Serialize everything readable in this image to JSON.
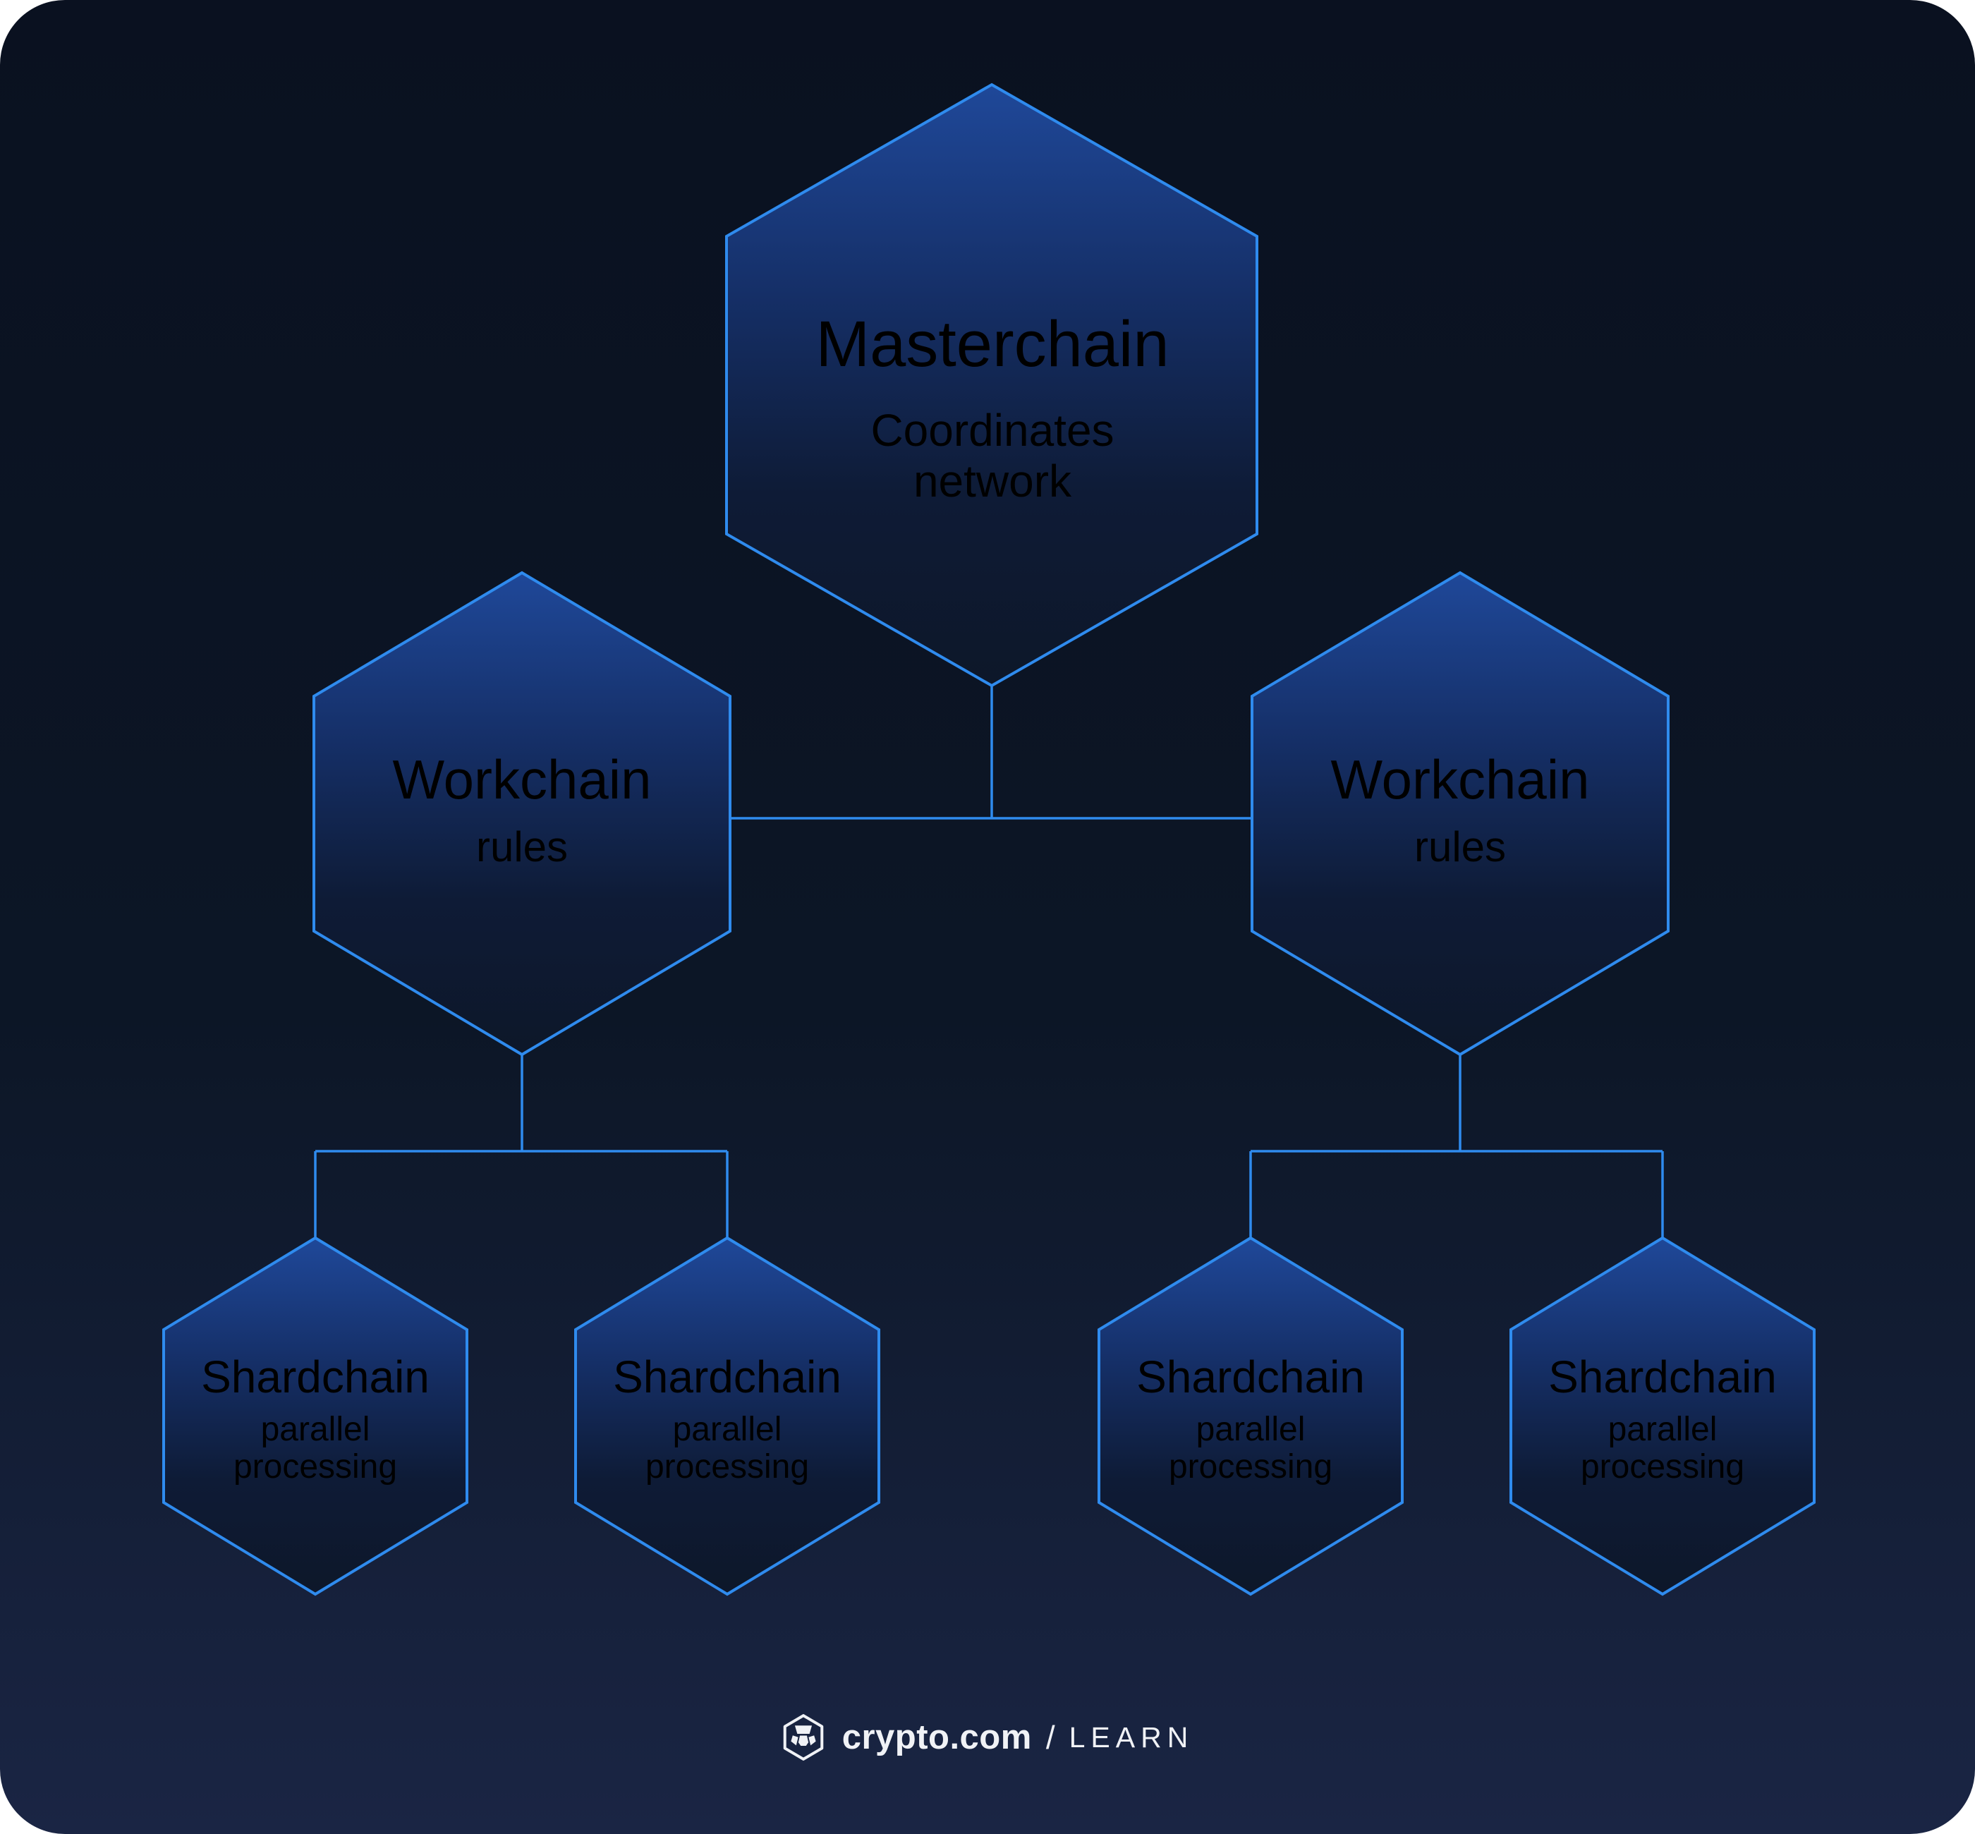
{
  "diagram": {
    "masterchain": {
      "title": "Masterchain",
      "subtitle_line1": "Coordinates",
      "subtitle_line2": "network"
    },
    "workchain_left": {
      "title": "Workchain",
      "subtitle": "rules"
    },
    "workchain_right": {
      "title": "Workchain",
      "subtitle": "rules"
    },
    "shardchains": [
      {
        "title": "Shardchain",
        "subtitle_line1": "parallel",
        "subtitle_line2": "processing"
      },
      {
        "title": "Shardchain",
        "subtitle_line1": "parallel",
        "subtitle_line2": "processing"
      },
      {
        "title": "Shardchain",
        "subtitle_line1": "parallel",
        "subtitle_line2": "processing"
      },
      {
        "title": "Shardchain",
        "subtitle_line1": "parallel",
        "subtitle_line2": "processing"
      }
    ]
  },
  "footer": {
    "brand": "crypto.com",
    "separator": "/",
    "suffix": "LEARN"
  },
  "colors": {
    "background_top": "#0a1120",
    "background_mid": "#0c1626",
    "background_bottom": "#1a2544",
    "hex_border": "#2f8bee",
    "hex_fill_top": "#1f4899",
    "title_color": "#ecedf1",
    "subtitle_color": "#3e8cf2",
    "footer_color": "#f0f2f6"
  }
}
